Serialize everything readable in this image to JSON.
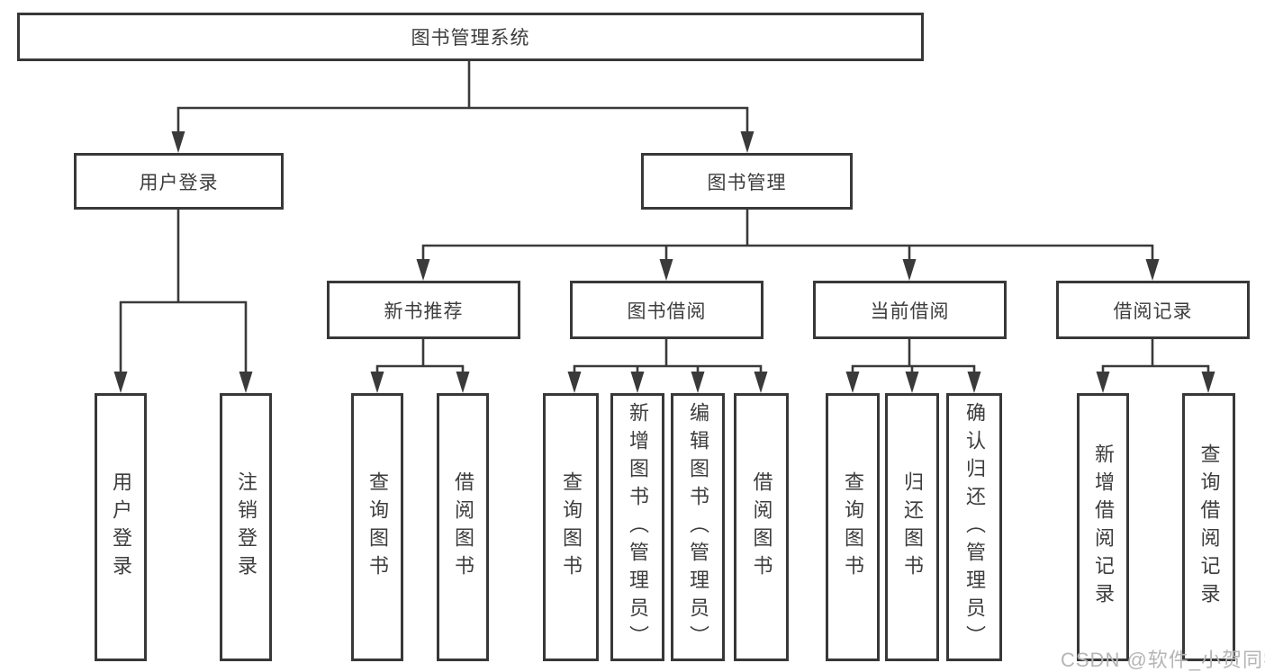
{
  "diagram_title": "图书管理系统",
  "colors": {
    "background": "#ffffff",
    "box_border": "#383838",
    "connector_line": "#3a3a3a",
    "text": "#3d3d3d",
    "watermark": "#b5b5b5"
  },
  "tree": {
    "root_label": "图书管理系统",
    "children": [
      {
        "label": "用户登录",
        "children": [
          {
            "label": "用户登录"
          },
          {
            "label": "注销登录"
          }
        ]
      },
      {
        "label": "图书管理",
        "children": [
          {
            "label": "新书推荐",
            "children": [
              {
                "label": "查询图书"
              },
              {
                "label": "借阅图书"
              }
            ]
          },
          {
            "label": "图书借阅",
            "children": [
              {
                "label": "查询图书"
              },
              {
                "label": "新增图书（管理员）"
              },
              {
                "label": "编辑图书（管理员）"
              },
              {
                "label": "借阅图书"
              }
            ]
          },
          {
            "label": "当前借阅",
            "children": [
              {
                "label": "查询图书"
              },
              {
                "label": "归还图书"
              },
              {
                "label": "确认归还（管理员）"
              }
            ]
          },
          {
            "label": "借阅记录",
            "children": [
              {
                "label": "新增借阅记录"
              },
              {
                "label": "查询借阅记录"
              }
            ]
          }
        ]
      }
    ]
  },
  "watermark": {
    "text": "CSDN @软件_小贺同学"
  }
}
